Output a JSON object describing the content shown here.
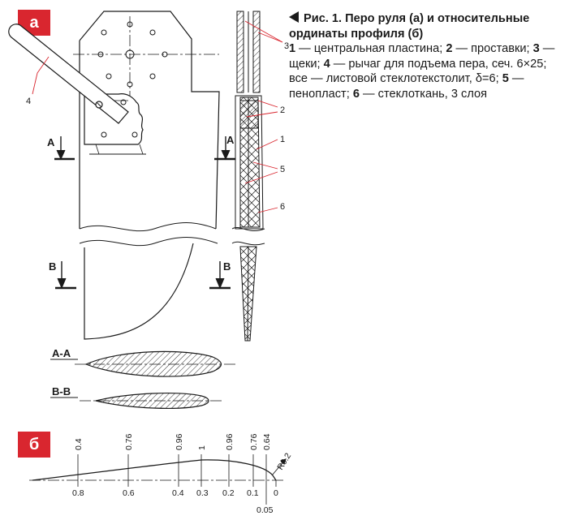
{
  "badges": {
    "a": "а",
    "b": "б"
  },
  "caption": {
    "title": "Рис. 1. Перо руля (а) и относительные ординаты профиля (б)",
    "items": [
      {
        "num": "1",
        "text": " — центральная пластина; "
      },
      {
        "num": "2",
        "text": " — проставки; "
      },
      {
        "num": "3",
        "text": " — щеки; "
      },
      {
        "num": "4",
        "text": " — рычаг для подъема пера, сеч. 6×25; все — листовой стеклотекстолит, δ=6; "
      },
      {
        "num": "5",
        "text": " — пенопласт; "
      },
      {
        "num": "6",
        "text": " — стеклоткань, 3 слоя"
      }
    ]
  },
  "figure_a": {
    "callouts": {
      "c1": "1",
      "c2": "2",
      "c3": "3",
      "c4": "4",
      "c5": "5",
      "c6": "6"
    },
    "section_markers": {
      "a": "А",
      "b": "В"
    },
    "section_titles": {
      "aa": "А-А",
      "bb": "В-В"
    }
  },
  "figure_b": {
    "top_ordinates": [
      "0.4",
      "0.76",
      "0.96",
      "1",
      "0.96",
      "0.76",
      "0.64"
    ],
    "bottom_stations": [
      "0.8",
      "0.6",
      "0.4",
      "0.3",
      "0.2",
      "0.1",
      "0"
    ],
    "extra_station": "0.05",
    "radius": "R0.2"
  },
  "colors": {
    "badge": "#d9262f",
    "callout_line": "#d9262f",
    "ink": "#1a1a1a"
  }
}
